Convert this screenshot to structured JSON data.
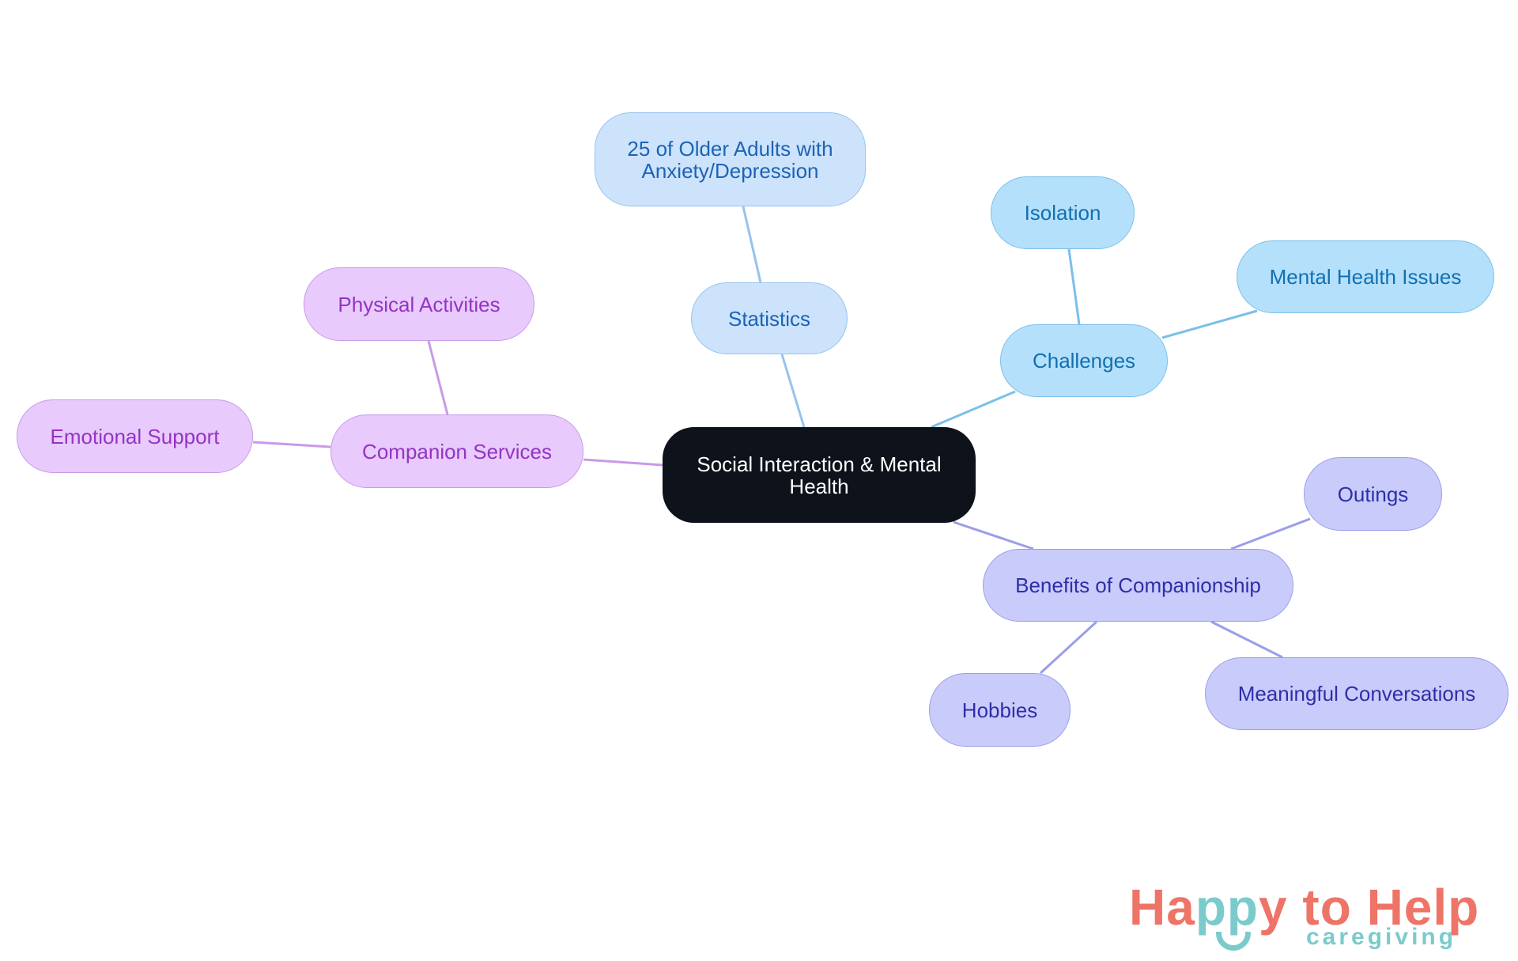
{
  "diagram": {
    "type": "mind-map",
    "root": {
      "label": "Social Interaction & Mental Health"
    },
    "branches": [
      {
        "label": "Statistics",
        "color": "#96c3ee",
        "children": [
          {
            "label": "25 of Older Adults with Anxiety/Depression"
          }
        ]
      },
      {
        "label": "Challenges",
        "color": "#7ac0ea",
        "children": [
          {
            "label": "Isolation"
          },
          {
            "label": "Mental Health Issues"
          }
        ]
      },
      {
        "label": "Benefits of Companionship",
        "color": "#9a9ee8",
        "children": [
          {
            "label": "Outings"
          },
          {
            "label": "Meaningful Conversations"
          },
          {
            "label": "Hobbies"
          }
        ]
      },
      {
        "label": "Companion Services",
        "color": "#c99ae8",
        "children": [
          {
            "label": "Physical Activities"
          },
          {
            "label": "Emotional Support"
          }
        ]
      }
    ]
  },
  "logo": {
    "part1": "Ha",
    "part2": "pp",
    "part3": "y to Help",
    "sub": "caregiving",
    "colors": {
      "primary": "#ef7468",
      "secondary": "#7ccbcc"
    }
  }
}
